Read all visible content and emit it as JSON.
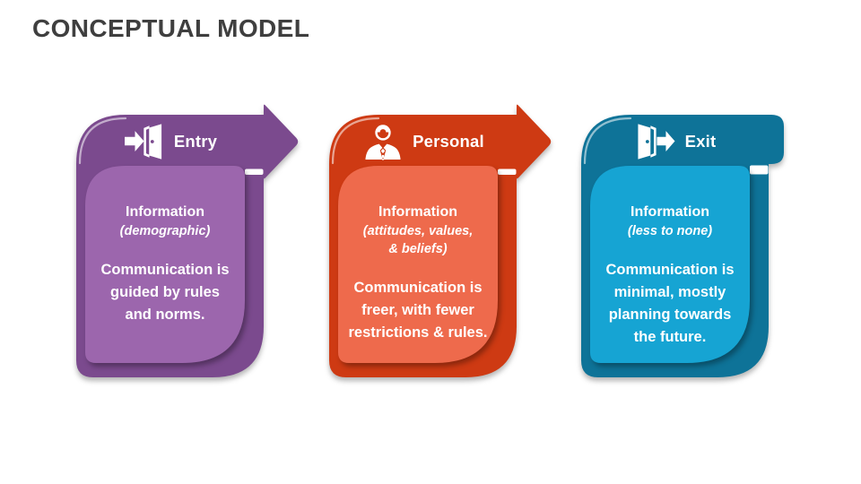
{
  "slide": {
    "title": "CONCEPTUAL MODEL",
    "title_color": "#3f3f3f",
    "background": "#ffffff"
  },
  "cards": [
    {
      "label": "Entry",
      "icon": "door-enter-icon",
      "shape": "arrow",
      "heading": "Information",
      "subheading": "(demographic)",
      "body": "Communication is\nguided by rules\nand norms.",
      "colors": {
        "dark": "#7b4a8e",
        "light": "#9c66ad"
      }
    },
    {
      "label": "Personal",
      "icon": "person-icon",
      "shape": "arrow",
      "heading": "Information",
      "subheading": "(attitudes, values,\n& beliefs)",
      "body": "Communication is\nfreer, with fewer\nrestrictions & rules.",
      "colors": {
        "dark": "#ce3a13",
        "light": "#ee6a4c"
      }
    },
    {
      "label": "Exit",
      "icon": "door-exit-icon",
      "shape": "rounded-tab",
      "heading": "Information",
      "subheading": "(less to none)",
      "body": "Communication is\nminimal, mostly\nplanning towards\nthe future.",
      "colors": {
        "dark": "#0e7398",
        "light": "#16a4d3"
      }
    }
  ]
}
